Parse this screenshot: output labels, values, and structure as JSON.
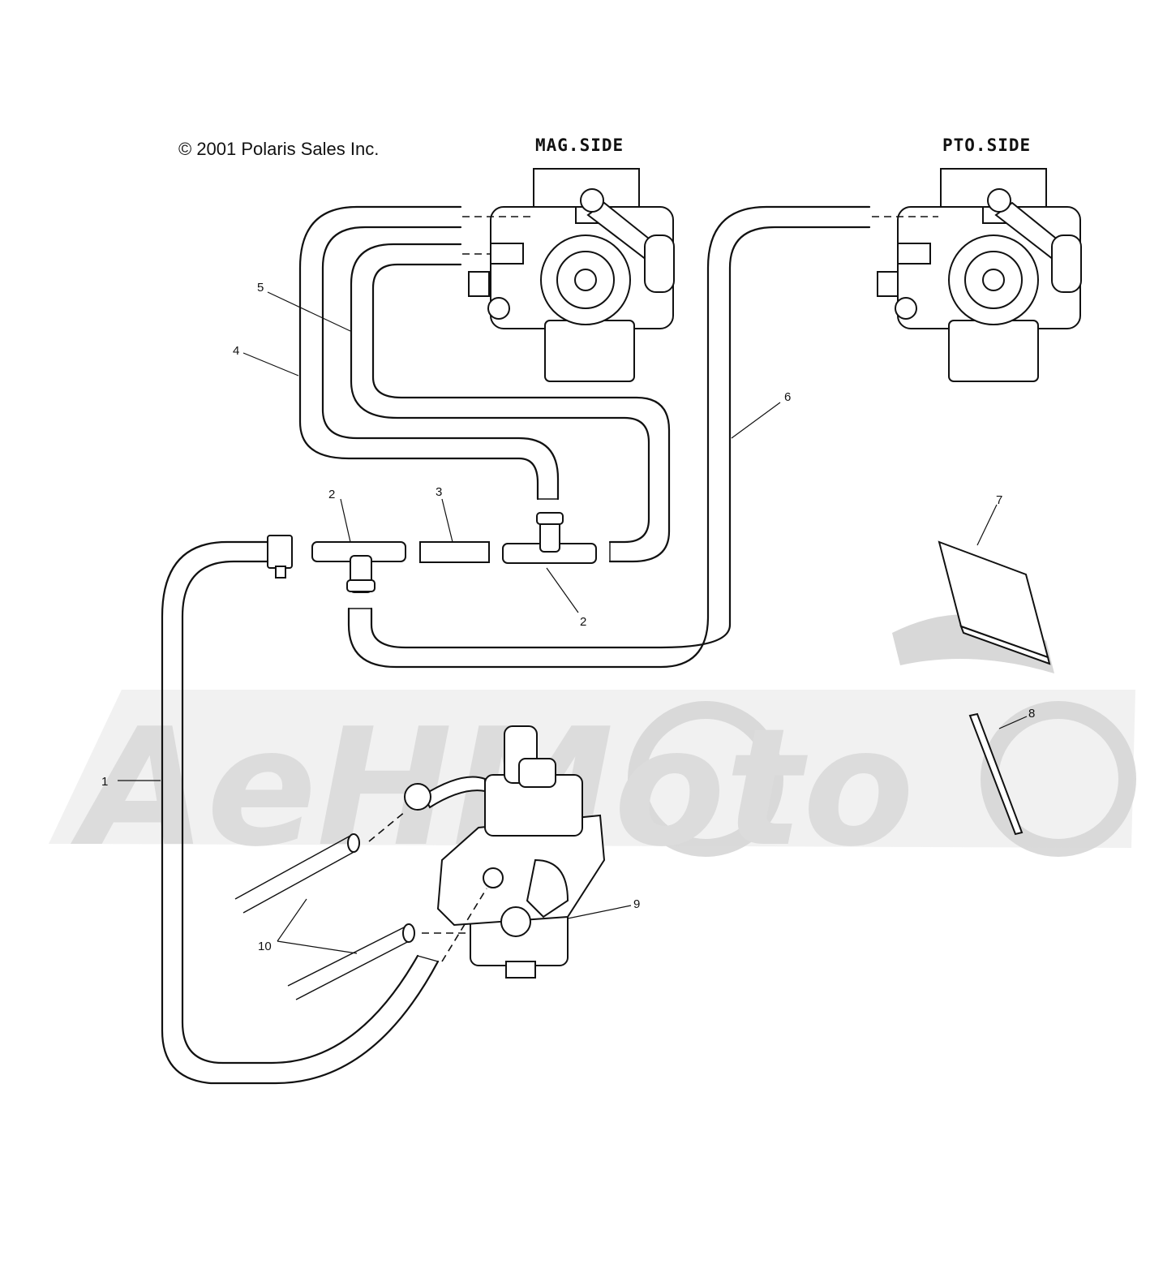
{
  "copyright": "© 2001 Polaris Sales Inc.",
  "side_labels": {
    "mag": "MAG.SIDE",
    "pto": "PTO.SIDE"
  },
  "watermark": "AeHMoto",
  "callouts": [
    {
      "id": "1",
      "label": "1"
    },
    {
      "id": "2a",
      "label": "2"
    },
    {
      "id": "2b",
      "label": "2"
    },
    {
      "id": "3",
      "label": "3"
    },
    {
      "id": "4",
      "label": "4"
    },
    {
      "id": "5",
      "label": "5"
    },
    {
      "id": "6",
      "label": "6"
    },
    {
      "id": "7",
      "label": "7"
    },
    {
      "id": "8",
      "label": "8"
    },
    {
      "id": "9",
      "label": "9"
    },
    {
      "id": "10",
      "label": "10"
    }
  ]
}
